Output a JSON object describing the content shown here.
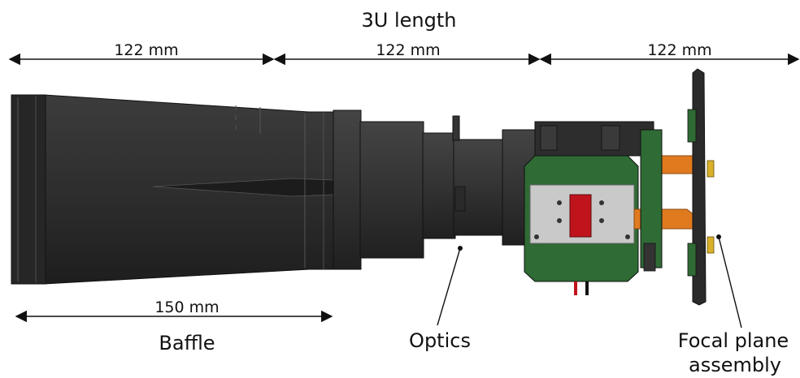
{
  "title": "3U length",
  "top_dimensions": [
    {
      "label": "122 mm"
    },
    {
      "label": "122 mm"
    },
    {
      "label": "122 mm"
    }
  ],
  "baffle_dimension": {
    "label": "150 mm"
  },
  "callouts": {
    "baffle": "Baffle",
    "optics": "Optics",
    "focal_line1": "Focal plane",
    "focal_line2": "assembly"
  },
  "colors": {
    "body_dark": "#2b2b2b",
    "body_mid": "#3a3a3a",
    "pcb_green": "#2f6b34",
    "flex_orange": "#e07a1f",
    "plate_grey": "#c9c9c9",
    "connector_red": "#c0141c"
  }
}
